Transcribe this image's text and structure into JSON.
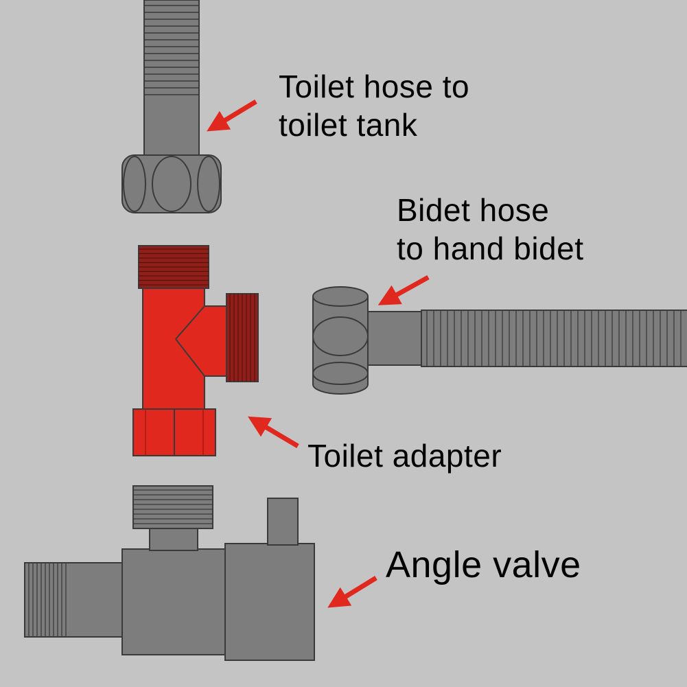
{
  "labels": {
    "toilet_hose": {
      "line1": "Toilet hose to",
      "line2": "toilet tank"
    },
    "bidet_hose": {
      "line1": "Bidet hose",
      "line2": "to hand bidet"
    },
    "toilet_adapter": "Toilet adapter",
    "angle_valve": "Angle valve"
  },
  "colors": {
    "background": "#c4c4c4",
    "metal": "#7d7d7d",
    "outline": "#3a3a3a",
    "adapter": "#e0281e",
    "adapter_thread": "#8f1f18",
    "arrow": "#e0281e",
    "text": "#000000"
  },
  "icons": {
    "toilet_hose": "toilet-hose-icon",
    "bidet_hose": "bidet-hose-icon",
    "toilet_adapter": "toilet-adapter-icon",
    "angle_valve": "angle-valve-icon",
    "pointer": "arrow-icon"
  }
}
